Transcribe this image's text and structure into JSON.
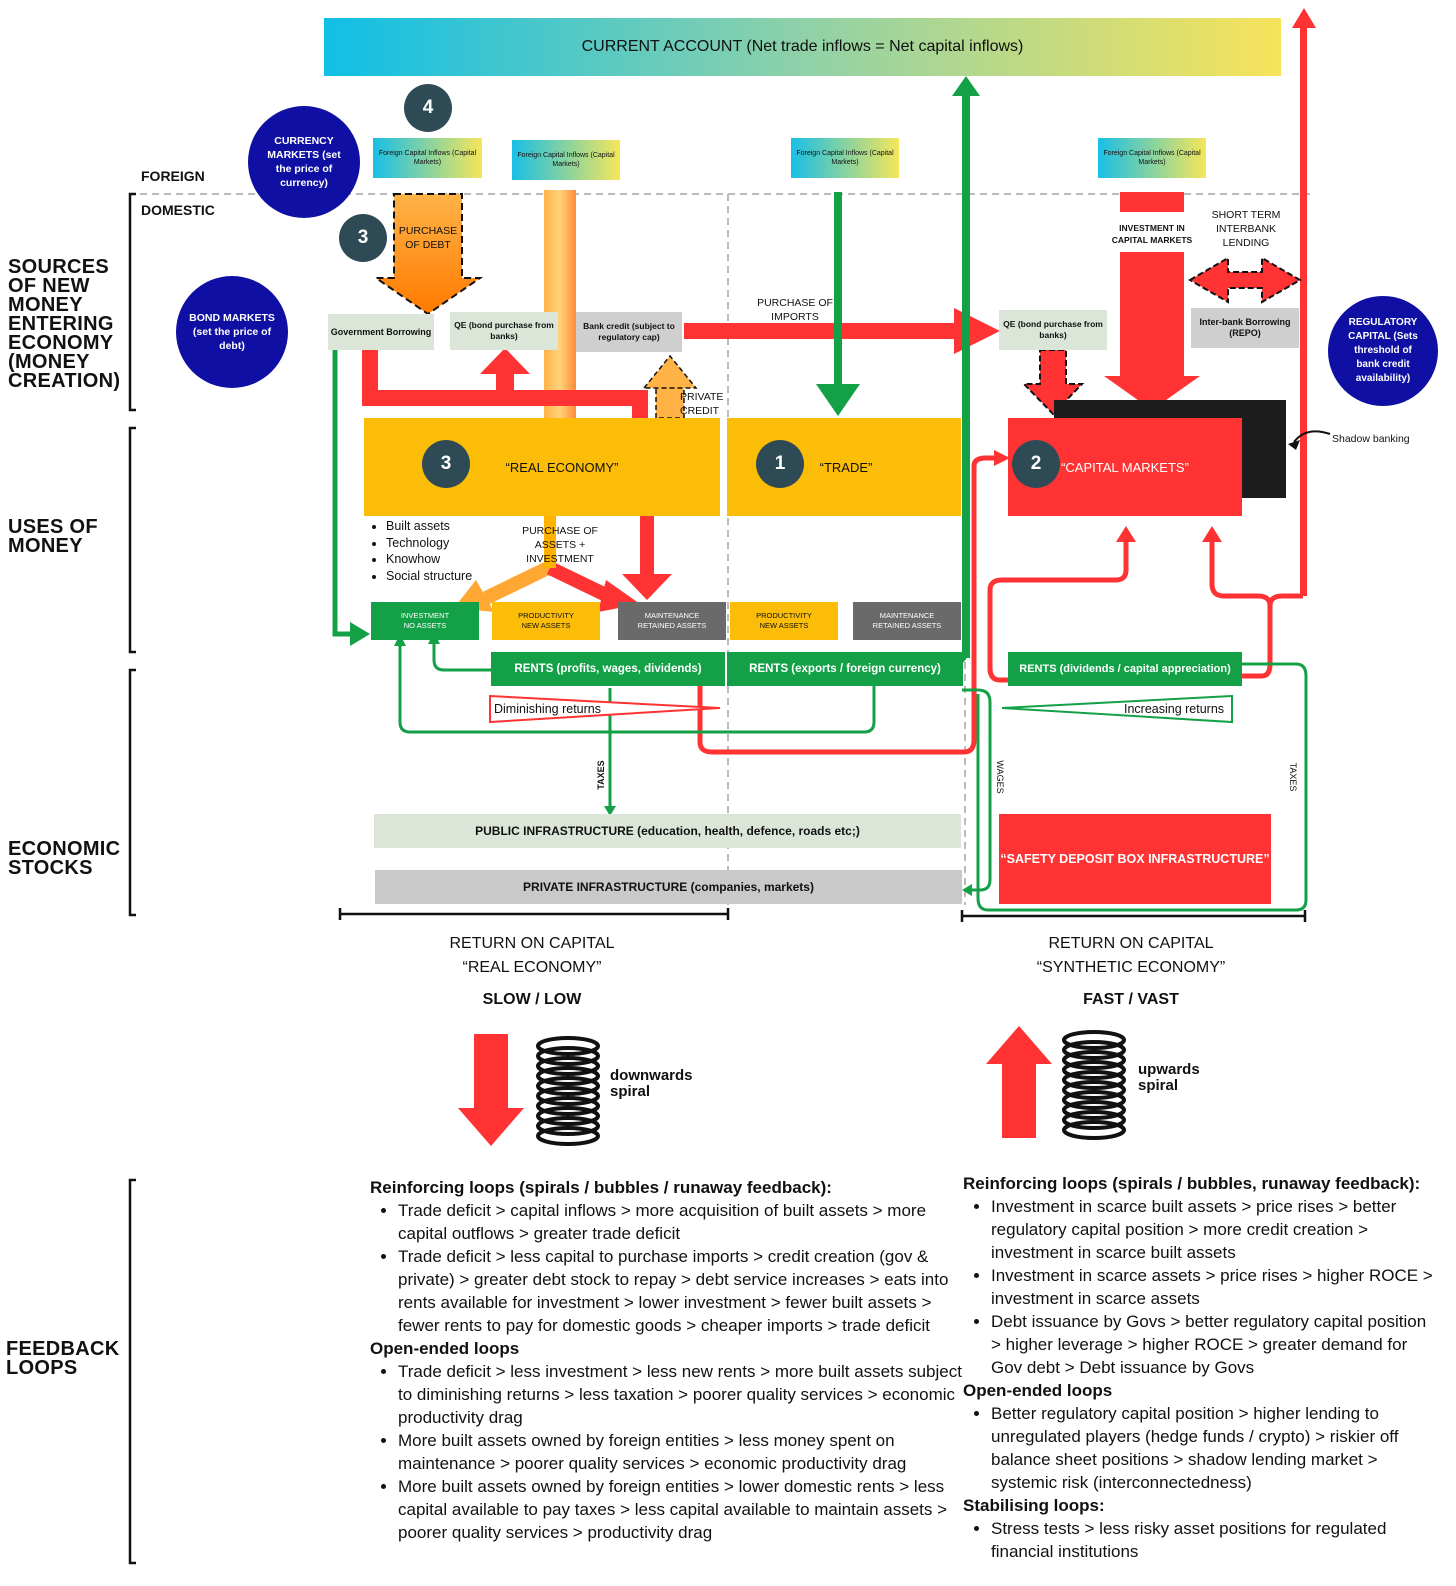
{
  "header": {
    "current_account": "CURRENT ACCOUNT (Net trade inflows = Net capital inflows)"
  },
  "labels": {
    "foreign": "FOREIGN",
    "domestic": "DOMESTIC"
  },
  "sections": {
    "sources": "SOURCES OF NEW MONEY ENTERING ECONOMY (MONEY CREATION)",
    "uses": "USES OF MONEY",
    "stocks": "ECONOMIC STOCKS",
    "feedback": "FEEDBACK LOOPS"
  },
  "circles": {
    "currency_markets": "CURRENCY MARKETS (set the price of currency)",
    "bond_markets": "BOND MARKETS (set the price of debt)",
    "regulatory_capital": "REGULATORY CAPITAL (Sets threshold of bank credit availability)"
  },
  "numbers": {
    "n4": "4",
    "n3a": "3",
    "n3b": "3",
    "n1": "1",
    "n2": "2"
  },
  "foreign_capital_inflows": "Foreign Capital Inflows (Capital Markets)",
  "arrow_labels": {
    "purchase_of_debt": "PURCHASE OF DEBT",
    "private_credit": "PRIVATE CREDIT",
    "purchase_of_imports": "PURCHASE OF IMPORTS",
    "investment_capital_markets": "INVESTMENT IN CAPITAL MARKETS",
    "short_term_interbank": "SHORT TERM INTERBANK LENDING",
    "purchase_assets_investment": "PURCHASE OF ASSETS + INVESTMENT",
    "shadow_banking": "Shadow banking",
    "taxes_left": "TAXES",
    "wages": "WAGES",
    "taxes_right": "TAXES"
  },
  "boxes": {
    "gov_borrowing": "Government Borrowing",
    "qe_left": "QE (bond purchase from banks)",
    "bank_credit": "Bank credit (subject to regulatory cap)",
    "qe_right": "QE (bond purchase from banks)",
    "interbank": "Inter-bank Borrowing (REPO)",
    "real_economy": "“REAL ECONOMY”",
    "trade": "“TRADE”",
    "capital_markets": "“CAPITAL MARKETS”",
    "investment_no_assets": "INVESTMENT NO ASSETS",
    "productivity_1": "PRODUCTIVITY NEW ASSETS",
    "maintenance_1": "MAINTENANCE RETAINED ASSETS",
    "productivity_2": "PRODUCTIVITY NEW ASSETS",
    "maintenance_2": "MAINTENANCE RETAINED ASSETS",
    "rents_1": "RENTS (profits, wages, dividends)",
    "rents_2": "RENTS (exports / foreign currency)",
    "rents_3": "RENTS (dividends / capital appreciation)",
    "diminishing": "Diminishing returns",
    "increasing": "Increasing returns",
    "public_infra": "PUBLIC INFRASTRUCTURE (education, health, defence, roads etc;)",
    "private_infra": "PRIVATE INFRASTRUCTURE (companies, markets)",
    "safety_box": "“SAFETY DEPOSIT BOX INFRASTRUCTURE”"
  },
  "real_economy_bullets": [
    "Built assets",
    "Technology",
    "Knowhow",
    "Social structure"
  ],
  "returns": {
    "left": {
      "line1": "RETURN ON CAPITAL",
      "line2": "“REAL ECONOMY”",
      "speed": "SLOW / LOW",
      "spiral": "downwards spiral"
    },
    "right": {
      "line1": "RETURN ON CAPITAL",
      "line2": "“SYNTHETIC ECONOMY”",
      "speed": "FAST / VAST",
      "spiral": "upwards spiral"
    }
  },
  "feedback_left": {
    "reinforcing_title": "Reinforcing loops (spirals / bubbles / runaway feedback):",
    "reinforcing": [
      "Trade deficit > capital inflows > more acquisition of built assets > more capital outflows > greater trade deficit",
      "Trade deficit > less capital to purchase imports > credit creation (gov & private) > greater debt stock to repay > debt service increases > eats into rents available for investment > lower investment > fewer built assets > fewer rents to pay for domestic goods > cheaper imports > trade deficit"
    ],
    "open_title": "Open-ended loops",
    "open": [
      "Trade deficit > less investment > less new rents > more built assets subject to diminishing returns > less taxation > poorer quality services > economic productivity drag",
      "More built assets owned by foreign entities > less money spent on maintenance > poorer quality services > economic productivity drag",
      "More built assets owned by foreign entities > lower domestic rents > less capital available to pay taxes > less capital available to maintain assets > poorer quality services > productivity drag"
    ]
  },
  "feedback_right": {
    "reinforcing_title": "Reinforcing loops (spirals / bubbles, runaway feedback):",
    "reinforcing": [
      "Investment in scarce built assets > price rises > better regulatory capital position > more credit creation > investment in scarce built assets",
      "Investment in scarce assets > price rises > higher ROCE > investment in scarce assets",
      "Debt issuance by Govs > better regulatory capital position > higher leverage > higher ROCE > greater demand for Gov debt > Debt issuance by Govs"
    ],
    "open_title": "Open-ended loops",
    "open": [
      "Better regulatory capital position > higher lending to unregulated players (hedge funds / crypto) > riskier off balance sheet positions > shadow lending market > systemic risk (interconnectedness)"
    ],
    "stabilising_title": "Stabilising loops:",
    "stabilising": [
      "Stress tests > less risky asset positions for regulated financial institutions"
    ]
  },
  "colors": {
    "green": "#13a047",
    "red": "#ff3333",
    "yellow": "#fbbd08",
    "navy": "#0f0fa3",
    "teal": "#2e4a55"
  }
}
